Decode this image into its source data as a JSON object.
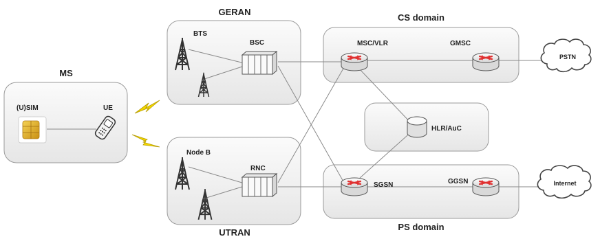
{
  "groups": {
    "ms": "MS",
    "geran": "GERAN",
    "utran": "UTRAN",
    "cs_domain": "CS domain",
    "ps_domain": "PS domain"
  },
  "nodes": {
    "usim": "(U)SIM",
    "ue": "UE",
    "bts": "BTS",
    "bsc": "BSC",
    "node_b": "Node B",
    "rnc": "RNC",
    "msc_vlr": "MSC/VLR",
    "gmsc": "GMSC",
    "hlr_auc": "HLR/AuC",
    "sgsn": "SGSN",
    "ggsn": "GGSN"
  },
  "clouds": {
    "pstn": "PSTN",
    "internet": "Internet"
  },
  "colors": {
    "box_fill": "#f1f1f1",
    "box_stroke": "#9a9a9a",
    "router_arrows": "#e03030",
    "lightning": "#f2d600",
    "sim_chip": "#e2b526",
    "link": "#8a8a8a"
  },
  "icons": [
    "tower-icon",
    "rack-icon",
    "router-icon",
    "database-icon",
    "cloud-icon",
    "phone-icon",
    "sim-card-icon",
    "lightning-icon"
  ]
}
